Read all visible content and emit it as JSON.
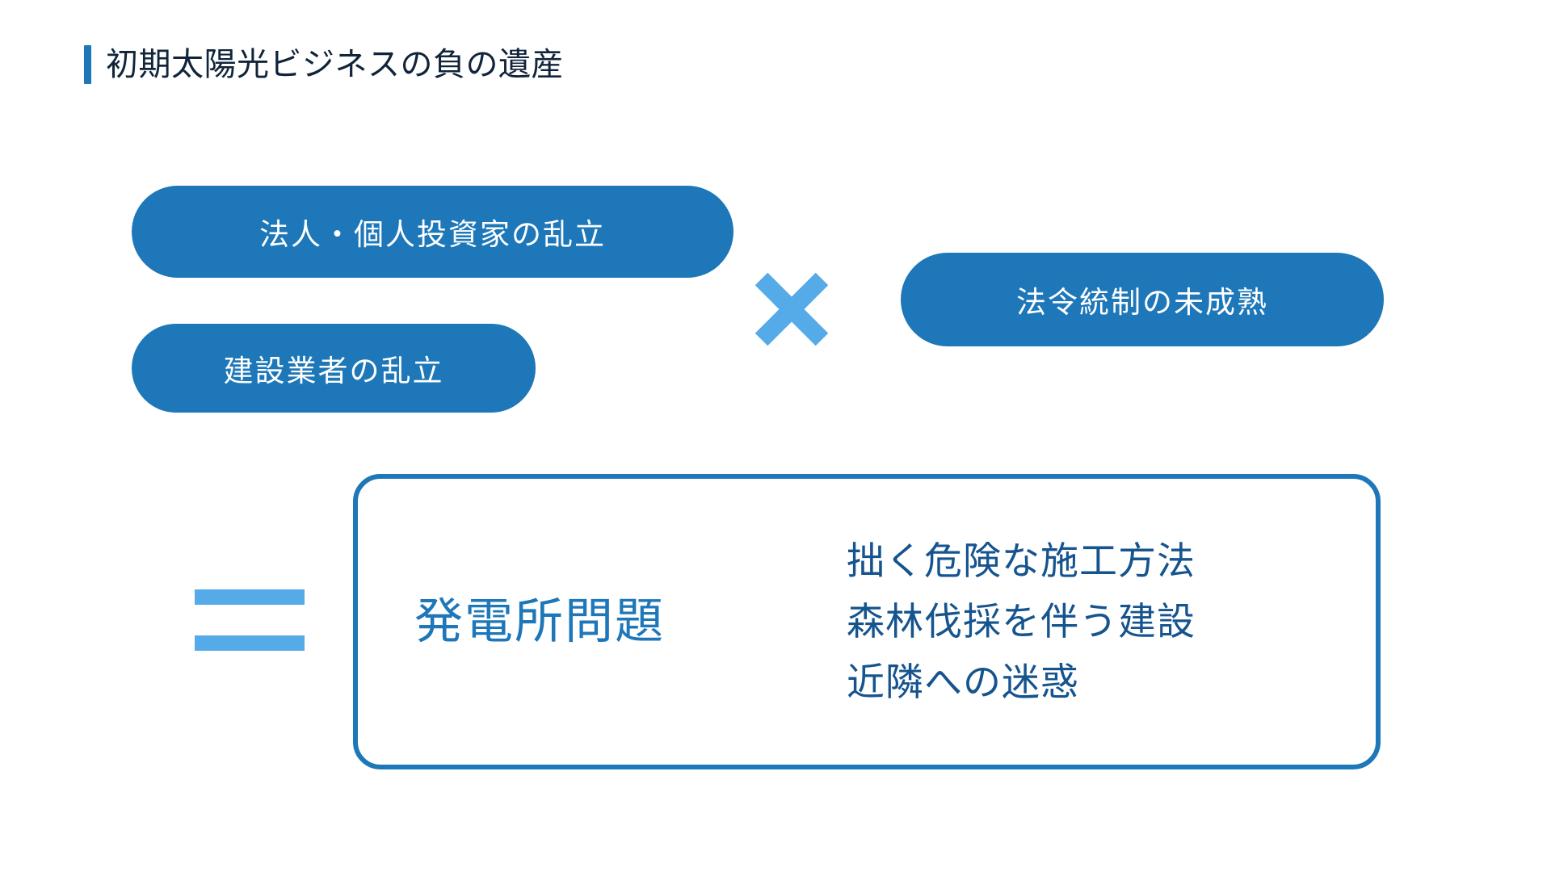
{
  "slide": {
    "background_color": "#ffffff",
    "accent_color": "#1d77b8",
    "light_accent_color": "#55aae8",
    "dark_text_color": "#15548e",
    "title_color": "#11243a"
  },
  "header": {
    "title": "初期太陽光ビジネスの負の遺産"
  },
  "causes": {
    "left_group": [
      {
        "label": "法人・個人投資家の乱立"
      },
      {
        "label": "建設業者の乱立"
      }
    ],
    "operator": {
      "icon": "multiply-icon",
      "symbol": "×"
    },
    "right_group": [
      {
        "label": "法令統制の未成熟"
      }
    ]
  },
  "result": {
    "operator": {
      "icon": "equals-icon",
      "symbol": "="
    },
    "heading": "発電所問題",
    "items": [
      {
        "label": "拙く危険な施工方法"
      },
      {
        "label": "森林伐採を伴う建設"
      },
      {
        "label": "近隣への迷惑"
      }
    ]
  }
}
